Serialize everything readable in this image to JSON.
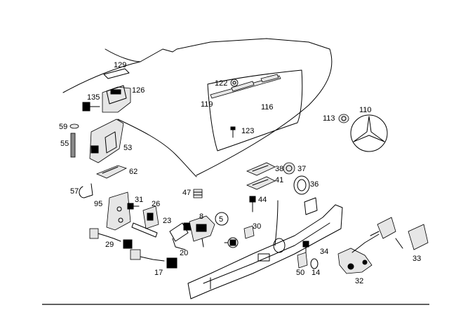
{
  "labels": {
    "l129": "129",
    "l126": "126",
    "l135": "135",
    "l59": "59",
    "l55": "55",
    "l53": "53",
    "l62": "62",
    "l57": "57",
    "l95": "95",
    "l31": "31",
    "l26": "26",
    "l23": "23",
    "l29": "29",
    "l20": "20",
    "l8": "8",
    "l5": "5",
    "l30": "30",
    "l17": "17",
    "l122": "122",
    "l119": "119",
    "l116": "116",
    "l123": "123",
    "l113": "113",
    "l110": "110",
    "l38": "38",
    "l37": "37",
    "l41": "41",
    "l36": "36",
    "l47": "47",
    "l44": "44",
    "l34": "34",
    "l50": "50",
    "l14": "14",
    "l32": "32",
    "l33": "33"
  }
}
